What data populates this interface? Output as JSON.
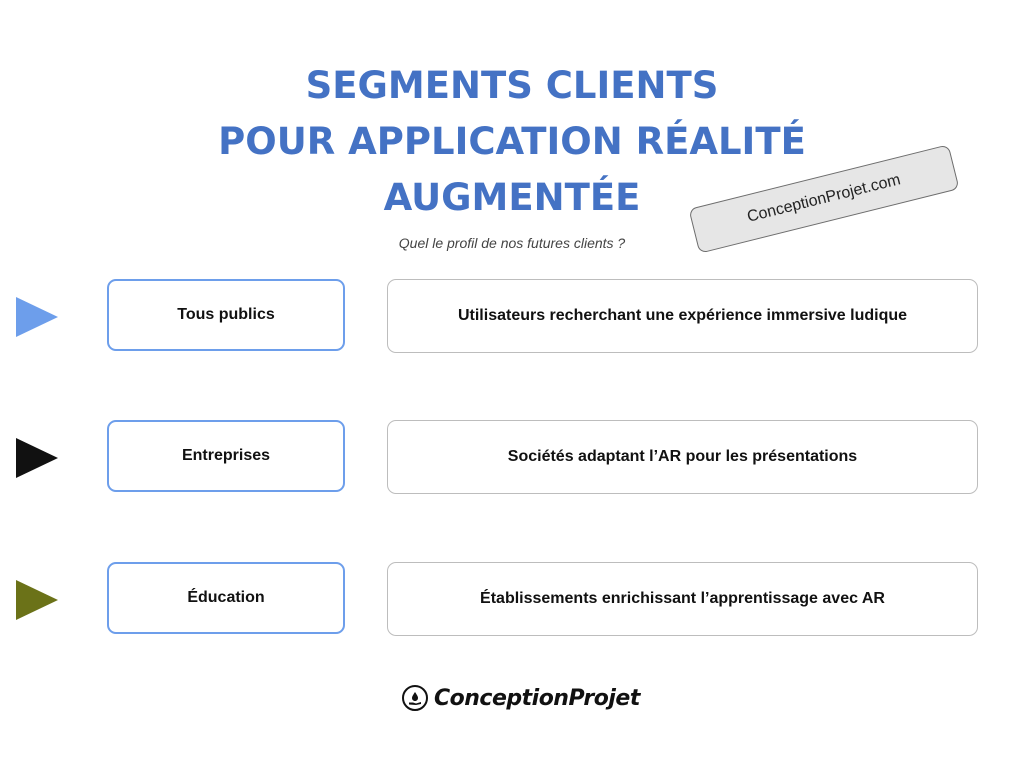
{
  "title": {
    "line1": "SEGMENTS CLIENTS",
    "line2": "POUR APPLICATION RÉALITÉ",
    "line3": "AUGMENTÉE"
  },
  "subtitle": "Quel le profil de nos futures clients ?",
  "stamp": "ConceptionProjet.com",
  "segments": [
    {
      "label": "Tous publics",
      "description": "Utilisateurs recherchant une expérience immersive ludique",
      "arrow_color": "#6d9eeb"
    },
    {
      "label": "Entreprises",
      "description": "Sociétés adaptant l’AR pour les présentations",
      "arrow_color": "#111111"
    },
    {
      "label": "Éducation",
      "description": "Établissements enrichissant l’apprentissage avec AR",
      "arrow_color": "#6b7218"
    }
  ],
  "logo": {
    "text": "ConceptionProjet",
    "icon": "hand-drop-icon"
  },
  "colors": {
    "title": "#4472c4",
    "segment_border": "#6d9eeb",
    "description_border": "#bdbdbd"
  }
}
